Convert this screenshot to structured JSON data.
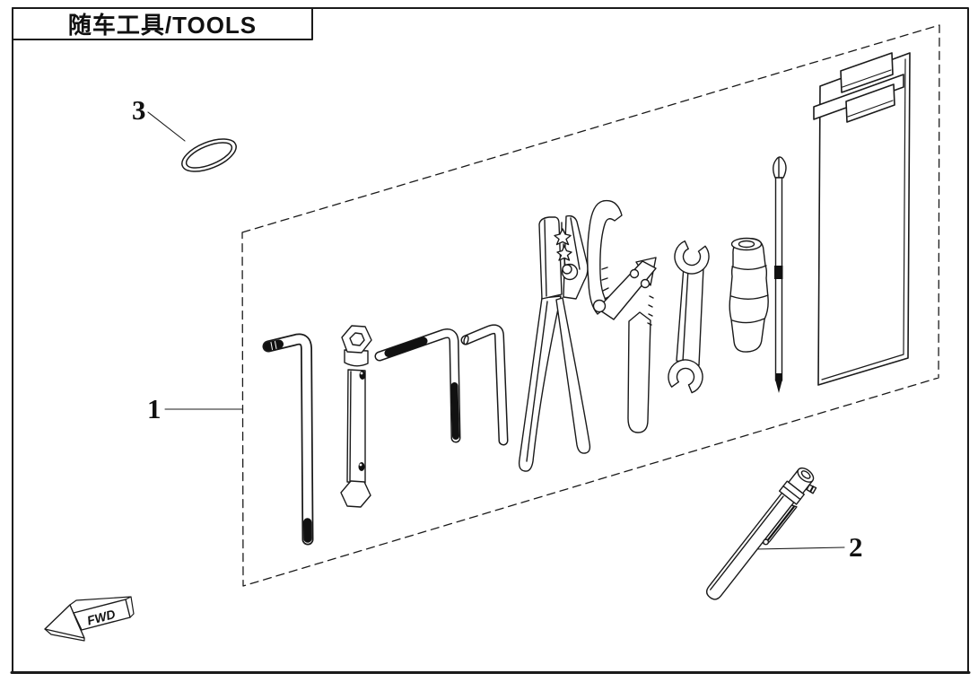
{
  "page": {
    "title": "随车工具/TOOLS",
    "background_color": "#ffffff",
    "line_color": "#1a1a1a"
  },
  "callouts": [
    {
      "number": "1",
      "part": "tool-kit-in-tray"
    },
    {
      "number": "2",
      "part": "tire-pressure-gauge"
    },
    {
      "number": "3",
      "part": "rubber-band-o-ring"
    }
  ],
  "direction_marker": {
    "label": "FWD"
  }
}
